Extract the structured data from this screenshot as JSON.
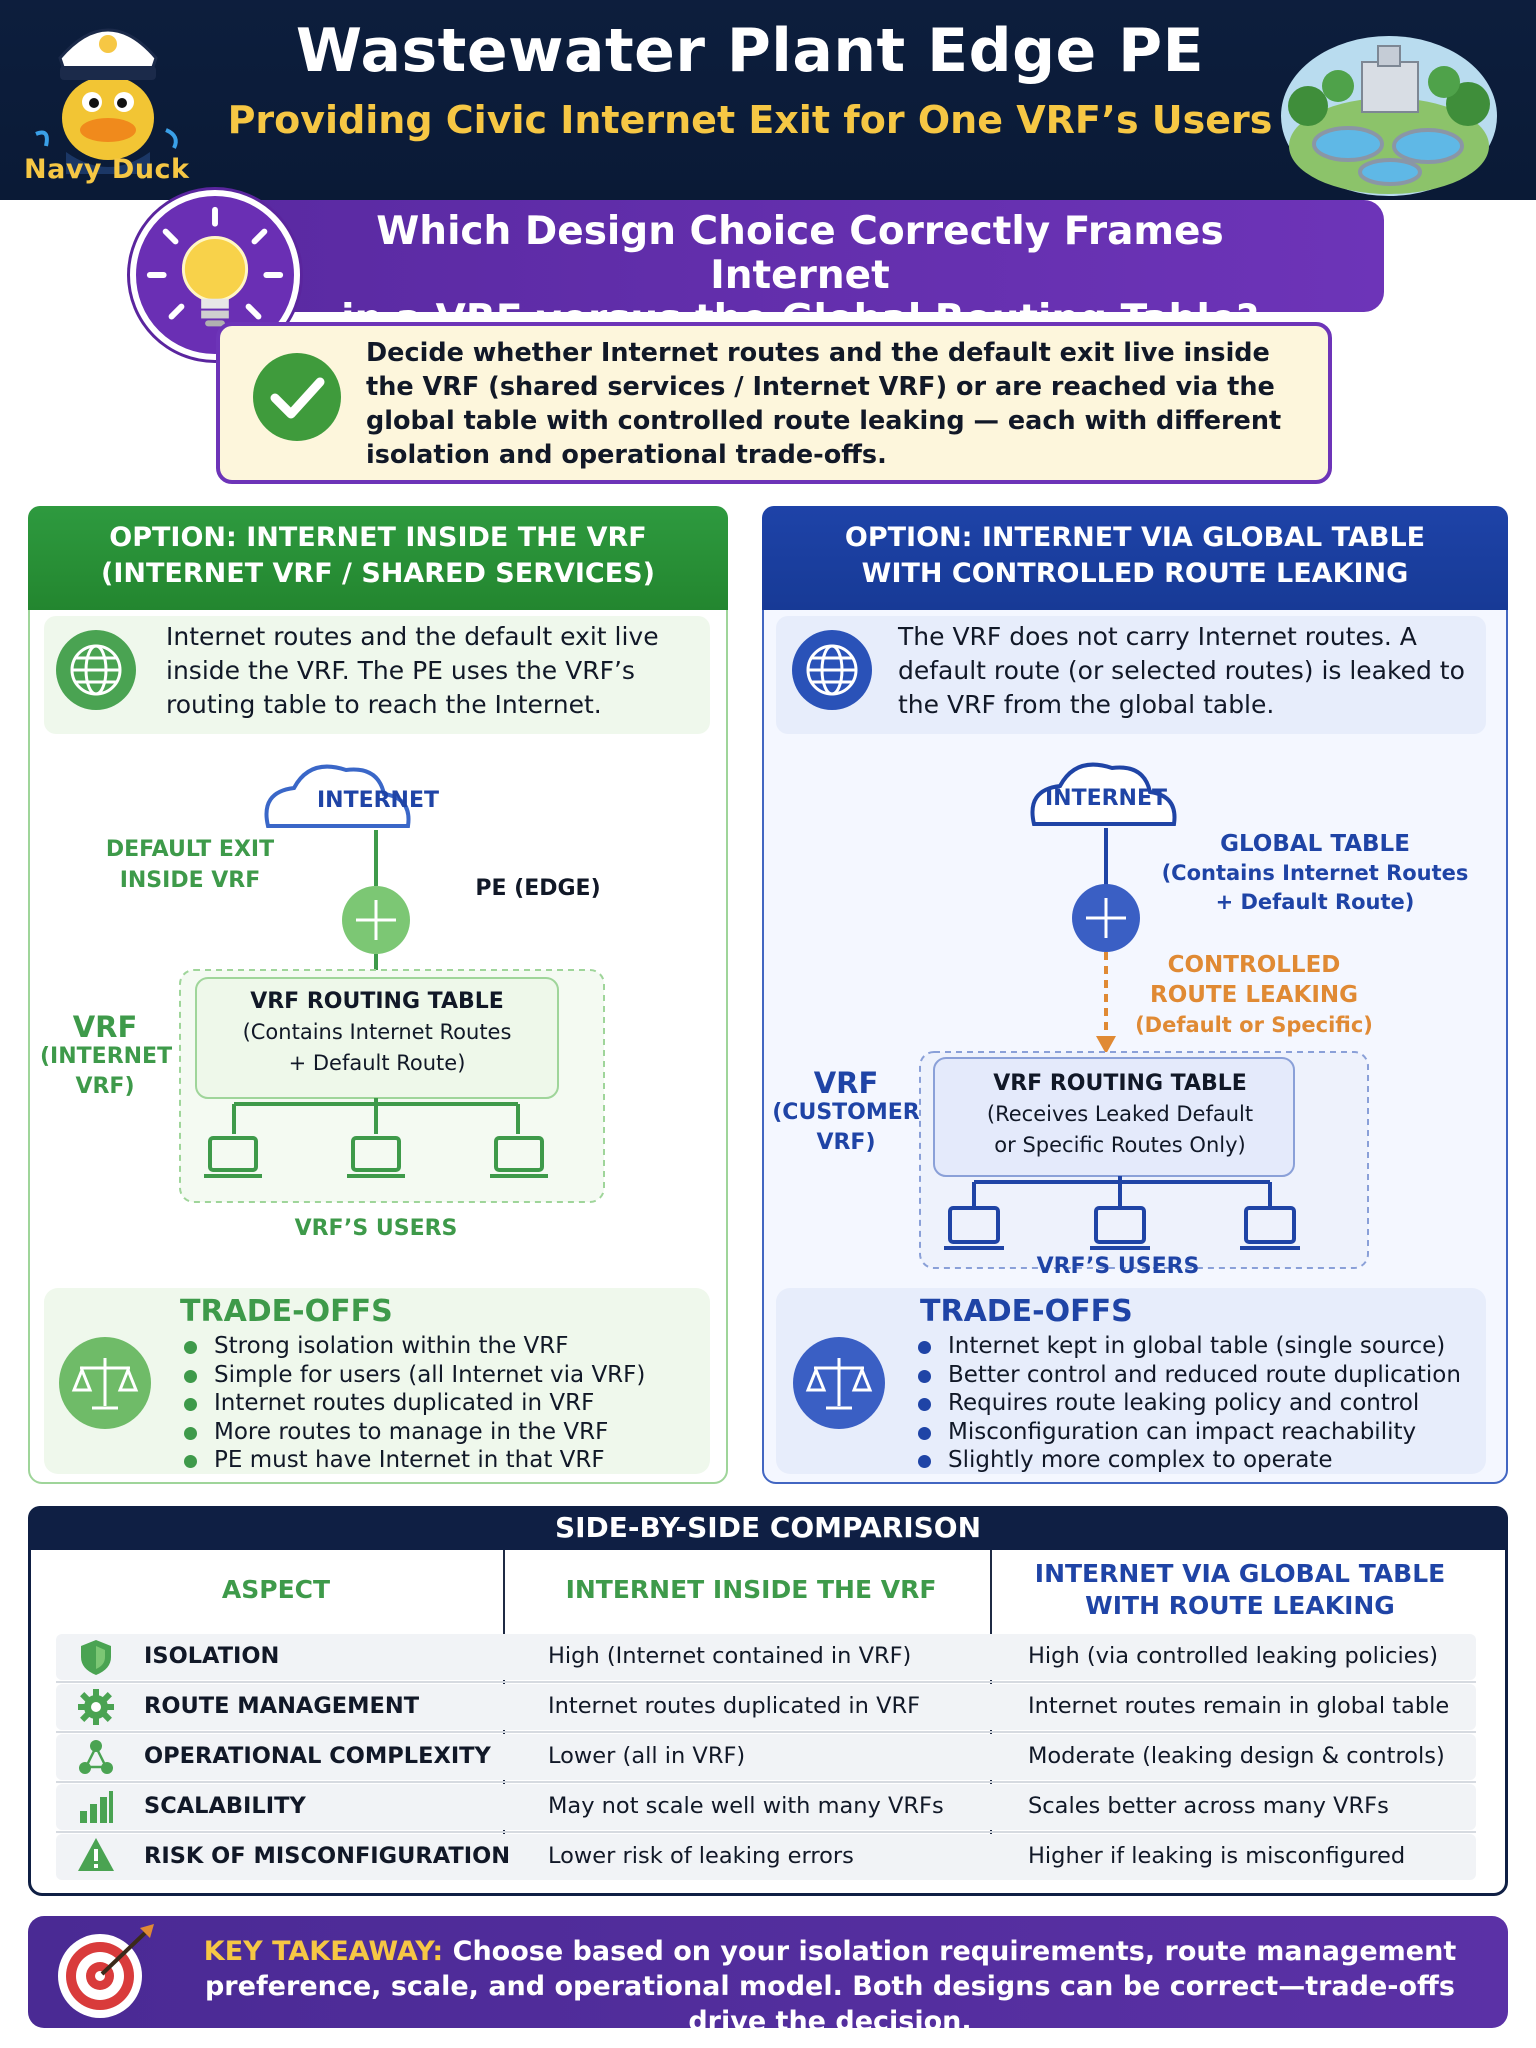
{
  "header": {
    "title": "Wastewater Plant Edge PE",
    "subtitle": "Providing Civic Internet Exit for One VRF’s Users",
    "mascot_label": "Navy Duck"
  },
  "question": {
    "title_line1": "Which Design Choice Correctly Frames Internet",
    "title_line2": "in a VRF versus the Global Routing Table?",
    "description": "Decide whether Internet routes and the default exit live inside the VRF (shared services / Internet VRF) or are reached via the global table with controlled route leaking — each with different isolation and operational trade-offs."
  },
  "left": {
    "heading_line1": "OPTION: INTERNET INSIDE THE VRF",
    "heading_line2": "(INTERNET VRF / SHARED SERVICES)",
    "description": "Internet routes and the default exit live inside the VRF. The PE uses the VRF’s routing table to reach the Internet.",
    "internet_label": "INTERNET",
    "default_exit_line1": "DEFAULT EXIT",
    "default_exit_line2": "INSIDE VRF",
    "pe_label": "PE (EDGE)",
    "vrf_line1": "VRF",
    "vrf_line2": "(INTERNET",
    "vrf_line3": "VRF)",
    "table_title": "VRF ROUTING TABLE",
    "table_line1": "(Contains Internet Routes",
    "table_line2": "+ Default Route)",
    "users_label": "VRF’S USERS",
    "tradeoffs_title": "TRADE-OFFS",
    "tradeoffs": [
      "Strong isolation within the VRF",
      "Simple for users (all Internet via VRF)",
      "Internet routes duplicated in VRF",
      "More routes to manage in the VRF",
      "PE must have Internet in that VRF"
    ]
  },
  "right": {
    "heading_line1": "OPTION: INTERNET VIA GLOBAL TABLE",
    "heading_line2": "WITH CONTROLLED ROUTE LEAKING",
    "description": "The VRF does not carry Internet routes. A default route (or selected routes) is leaked to the VRF from the global table.",
    "internet_label": "INTERNET",
    "global_title": "GLOBAL TABLE",
    "global_line1": "(Contains Internet Routes",
    "global_line2": "+ Default Route)",
    "leak_line1": "CONTROLLED",
    "leak_line2": "ROUTE LEAKING",
    "leak_line3": "(Default or Specific)",
    "vrf_line1": "VRF",
    "vrf_line2": "(CUSTOMER",
    "vrf_line3": "VRF)",
    "table_title": "VRF ROUTING TABLE",
    "table_line1": "(Receives Leaked Default",
    "table_line2": "or Specific Routes Only)",
    "users_label": "VRF’S USERS",
    "tradeoffs_title": "TRADE-OFFS",
    "tradeoffs": [
      "Internet kept in global table (single source)",
      "Better control and reduced route duplication",
      "Requires route leaking policy and control",
      "Misconfiguration can impact reachability",
      "Slightly more complex to operate"
    ]
  },
  "comparison": {
    "title": "SIDE-BY-SIDE COMPARISON",
    "col_aspect": "ASPECT",
    "col_vrf": "INTERNET INSIDE THE VRF",
    "col_global_line1": "INTERNET VIA GLOBAL TABLE",
    "col_global_line2": "WITH ROUTE LEAKING",
    "rows": [
      {
        "icon": "shield-icon",
        "aspect": "ISOLATION",
        "vrf": "High (Internet contained in VRF)",
        "global": "High (via controlled leaking policies)"
      },
      {
        "icon": "gear-icon",
        "aspect": "ROUTE MANAGEMENT",
        "vrf": "Internet routes duplicated in VRF",
        "global": "Internet routes remain in global table"
      },
      {
        "icon": "network-icon",
        "aspect": "OPERATIONAL COMPLEXITY",
        "vrf": "Lower (all in VRF)",
        "global": "Moderate (leaking design & controls)"
      },
      {
        "icon": "bar-chart-icon",
        "aspect": "SCALABILITY",
        "vrf": "May not scale well with many VRFs",
        "global": "Scales better across many VRFs"
      },
      {
        "icon": "warning-icon",
        "aspect": "RISK OF MISCONFIGURATION",
        "vrf": "Lower risk of leaking errors",
        "global": "Higher if leaking is misconfigured"
      }
    ]
  },
  "takeaway": {
    "label": "KEY TAKEAWAY:",
    "text": "Choose based on your isolation requirements, route management preference, scale, and operational model. Both designs can be correct—trade-offs drive the decision."
  },
  "colors": {
    "navy": "#0d1e3d",
    "gold": "#f6c744",
    "purple": "#6a2fb4",
    "green": "#2e9a3f",
    "blue": "#1e43a8",
    "orange": "#e08a34"
  }
}
